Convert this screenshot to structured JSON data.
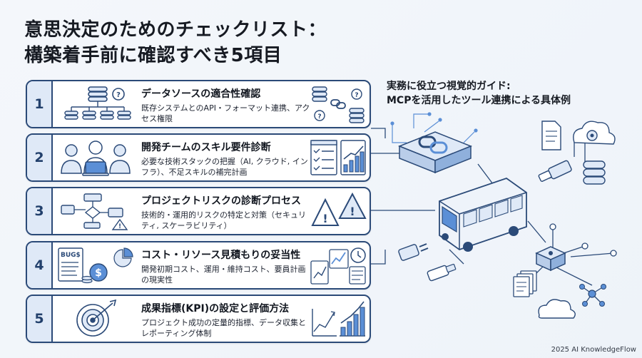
{
  "title": {
    "line1": "意思決定のためのチェックリスト：",
    "line2": "構築着手前に確認すべき5項目"
  },
  "items": [
    {
      "number": "1",
      "heading": "データソースの適合性確認",
      "description": "既存システムとのAPI・フォーマット連携、アクセス権限",
      "left_icon": "database-hierarchy-icon",
      "right_icon": "database-link-icon"
    },
    {
      "number": "2",
      "heading": "開発チームのスキル要件診断",
      "description": "必要な技術スタックの把握（AI, クラウド, インフラ）、不足スキルの補完計画",
      "left_icon": "team-laptop-icon",
      "right_icon": "skill-checklist-chart-icon"
    },
    {
      "number": "3",
      "heading": "プロジェクトリスクの診断プロセス",
      "description": "技術的・運用的リスクの特定と対策（セキュリティ, スケーラビリティ）",
      "left_icon": "risk-flowchart-icon",
      "right_icon": "warning-triangles-icon"
    },
    {
      "number": "4",
      "heading": "コスト・リソース見積もりの妥当性",
      "description": "開発初期コスト、運用・維持コスト、要員計画の現実性",
      "left_icon": "budget-report-icon",
      "right_icon": "cost-dashboard-icon",
      "left_icon_text": "BUG$"
    },
    {
      "number": "5",
      "heading": "成果指標(KPI)の設定と評価方法",
      "description": "プロジェクト成功の定量的指標、データ収集とレポーティング体制",
      "left_icon": "target-arrow-icon",
      "right_icon": "growth-charts-icon"
    }
  ],
  "guide": {
    "line1": "実務に役立つ視覚的ガイド:",
    "line2": "MCPを活用したツール連携による具体例"
  },
  "illustration": {
    "icons": [
      "connector-chain-icon",
      "document-icon",
      "cloud-gear-icon",
      "plug-icon",
      "database-icon",
      "bus-icon",
      "power-plug-icon",
      "usb-connector-icon",
      "hub-node-icon",
      "stacked-documents-icon",
      "molecule-icon",
      "cloud-icon"
    ]
  },
  "colors": {
    "navy": "#2b4a78",
    "light_blue": "#dfe9f7",
    "accent_blue": "#5b8fd6",
    "background": "#f1f5fa"
  },
  "footer": "2025 AI KnowledgeFlow"
}
